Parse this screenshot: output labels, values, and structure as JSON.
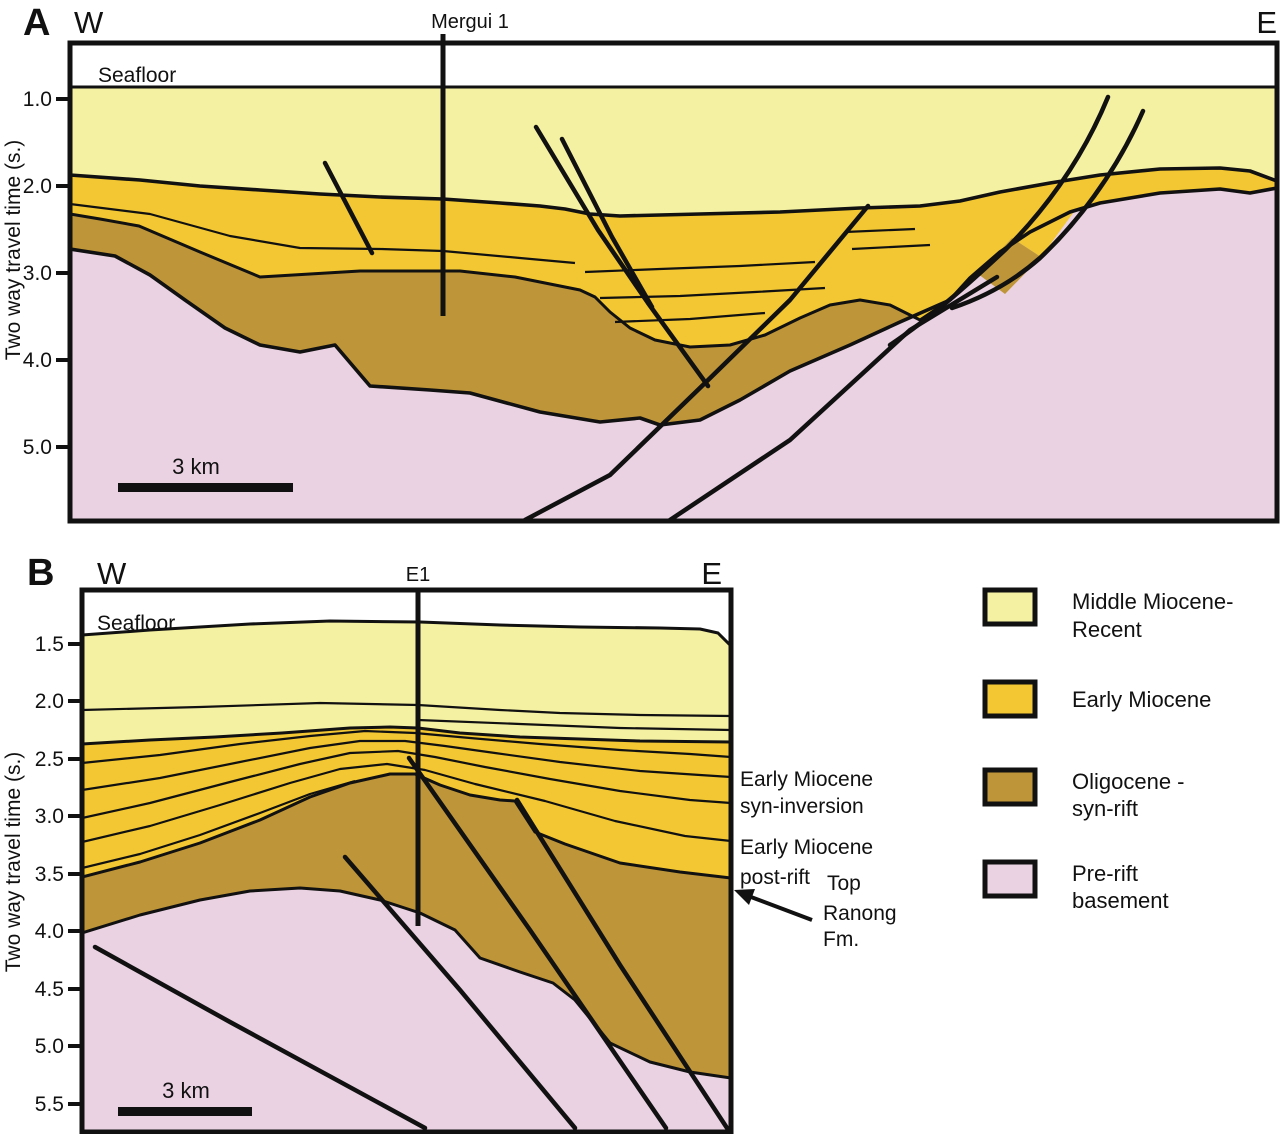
{
  "figure": {
    "panel_a": {
      "panel_label": "A",
      "west_label": "W",
      "east_label": "E",
      "well_name": "Mergui 1",
      "seafloor_label": "Seafloor",
      "axis_label": "Two way travel time (s.)",
      "axis_ticks": [
        "1.0",
        "2.0",
        "3.0",
        "4.0",
        "5.0"
      ],
      "scale_bar_label": "3 km"
    },
    "panel_b": {
      "panel_label": "B",
      "west_label": "W",
      "east_label": "E",
      "well_name": "E1",
      "seafloor_label": "Seafloor",
      "axis_label": "Two way travel time (s.)",
      "axis_ticks": [
        "1.5",
        "2.0",
        "2.5",
        "3.0",
        "3.5",
        "4.0",
        "4.5",
        "5.0",
        "5.5"
      ],
      "scale_bar_label": "3 km",
      "annotation_syn_inversion": [
        "Early Miocene",
        "syn-inversion"
      ],
      "annotation_post_rift": [
        "Early Miocene",
        "post-rift"
      ],
      "annotation_top_ranong": [
        "Top",
        "Ranong",
        "Fm."
      ]
    },
    "legend": {
      "items": [
        {
          "line1": "Middle Miocene-",
          "line2": "Recent",
          "color": "#F5F1A3"
        },
        {
          "line1": "Early Miocene",
          "line2": "",
          "color": "#F2C733"
        },
        {
          "line1": "Oligocene -",
          "line2": "syn-rift",
          "color": "#BE9538"
        },
        {
          "line1": "Pre-rift",
          "line2": "basement",
          "color": "#EAD2E3"
        }
      ]
    },
    "colors": {
      "middle_miocene_recent": "#F5F1A3",
      "early_miocene": "#F2C733",
      "oligocene_syn_rift": "#BE9538",
      "pre_rift_basement": "#EAD2E3",
      "water": "#FFFFFF",
      "line": "#111111"
    }
  }
}
